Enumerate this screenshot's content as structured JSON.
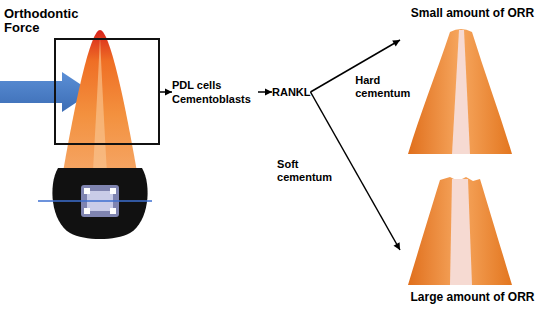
{
  "diagram": {
    "nodes": [
      {
        "text": [
          "Orthodontic Force"
        ]
      },
      {
        "text": [
          "PDL cells Cementoblasts"
        ]
      },
      {
        "text": [
          "RANKL"
        ]
      },
      {
        "text": [
          "Small amount of ORR"
        ]
      },
      {
        "text": [
          "Large amount of ORR"
        ]
      }
    ],
    "edges": [
      {
        "from": 0,
        "to": 1,
        "arrow": "to"
      },
      {
        "from": 1,
        "to": 2,
        "arrow": "to"
      },
      {
        "from": 2,
        "to": 3,
        "label": "Hard cementum",
        "arrow": "to"
      },
      {
        "from": 2,
        "to": 4,
        "label": "Soft cementum",
        "arrow": "to"
      }
    ]
  }
}
